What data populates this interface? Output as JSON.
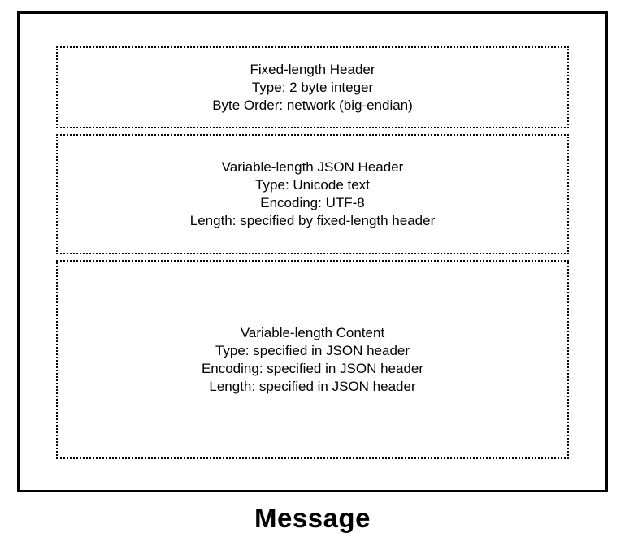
{
  "diagram": {
    "caption": "Message",
    "frame_border_color": "#000000",
    "section_border_color": "#000000",
    "background_color": "#ffffff",
    "sections": [
      {
        "name": "fixed-length-header",
        "lines": [
          "Fixed-length Header",
          "Type: 2 byte integer",
          "Byte Order: network (big-endian)"
        ]
      },
      {
        "name": "variable-length-json-header",
        "lines": [
          "Variable-length JSON Header",
          "Type: Unicode text",
          "Encoding: UTF-8",
          "Length: specified by fixed-length header"
        ]
      },
      {
        "name": "variable-length-content",
        "lines": [
          "Variable-length Content",
          "Type: specified in JSON header",
          "Encoding: specified in JSON header",
          "Length: specified in JSON header"
        ]
      }
    ]
  }
}
